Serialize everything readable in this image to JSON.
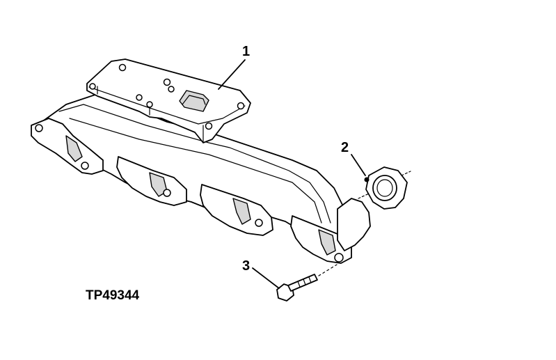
{
  "figure_id": "TP49344",
  "callouts": {
    "manifold": "1",
    "gasket": "2",
    "cap_screw": "3"
  }
}
